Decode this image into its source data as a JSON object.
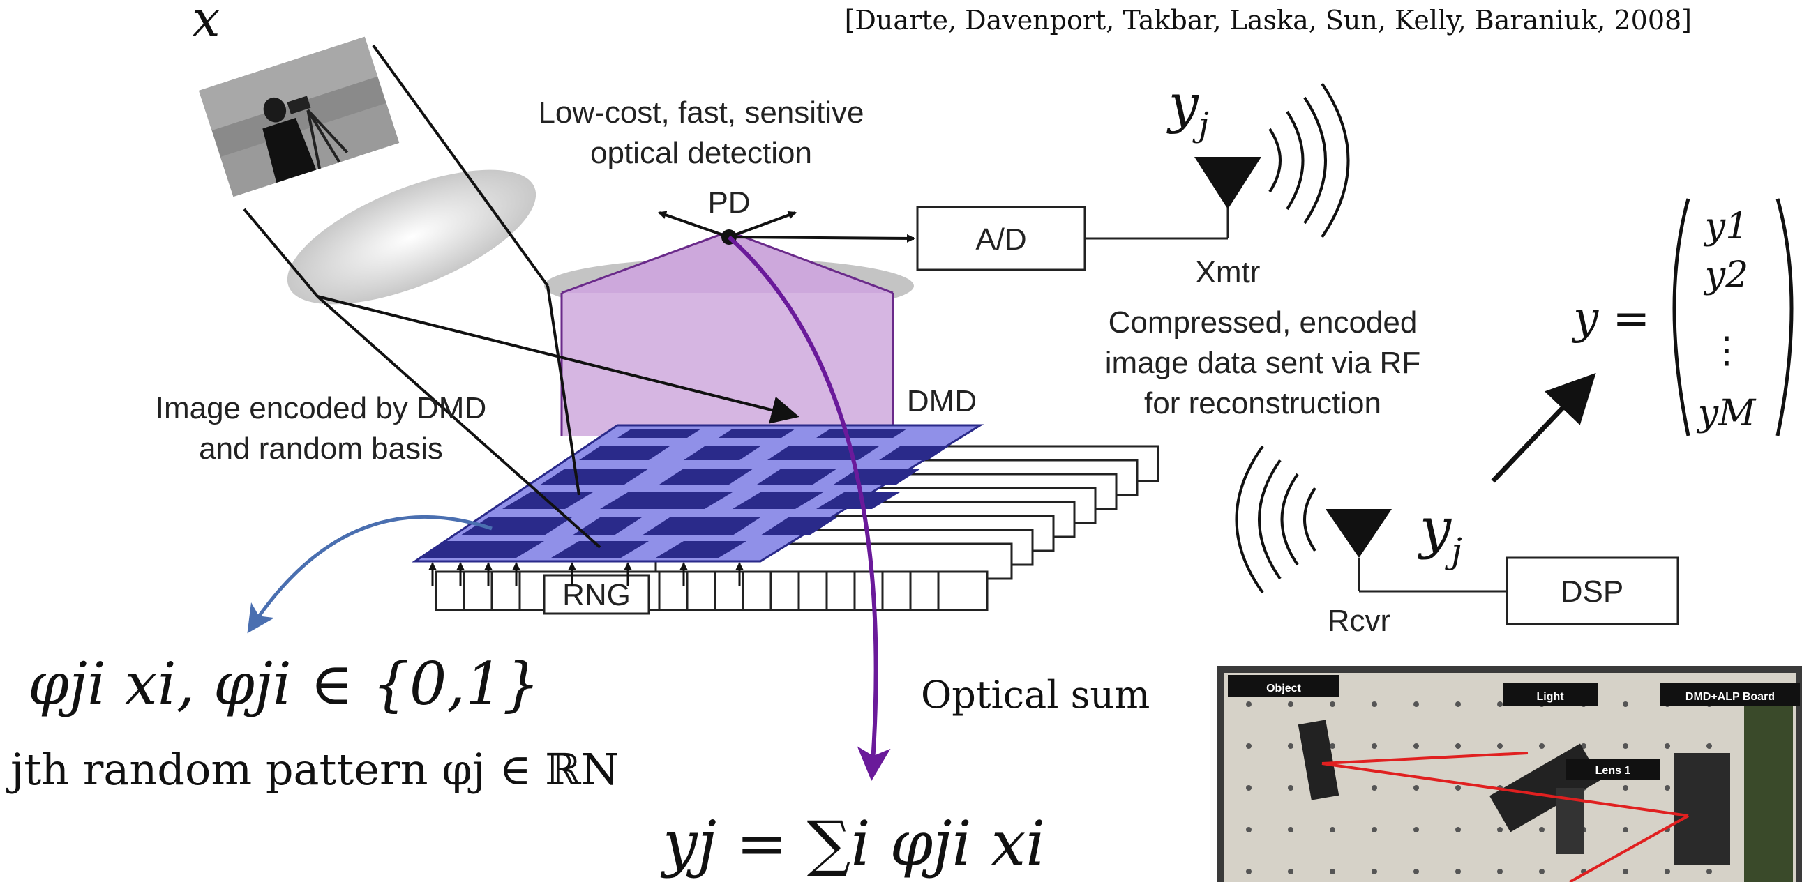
{
  "citation": "[Duarte, Davenport, Takbar, Laska, Sun, Kelly, Baraniuk, 2008]",
  "math": {
    "x": "x",
    "yj_top": "y",
    "yj_top_sub": "j",
    "yj_right": "y",
    "yj_right_sub": "j",
    "y_vector_lhs": "y =",
    "y_vector_entries": [
      "y1",
      "y2",
      "⋮",
      "yM"
    ],
    "phi_expr": "φji xi,   φji ∈ {0,1}",
    "pattern_text": "jth random pattern φj ∈ ℝN",
    "optical_sum": "Optical sum",
    "sum_expr": "yj = ∑i φji xi"
  },
  "labels": {
    "detection_line1": "Low-cost, fast, sensitive",
    "detection_line2": "optical detection",
    "pd": "PD",
    "ad": "A/D",
    "xmtr": "Xmtr",
    "compressed_line1": "Compressed, encoded",
    "compressed_line2": "image data sent via RF",
    "compressed_line3": "for reconstruction",
    "dmd": "DMD",
    "encoded_line1": "Image encoded by DMD",
    "encoded_line2": "and random basis",
    "rng": "RNG",
    "rcvr": "Rcvr",
    "dsp": "DSP"
  },
  "photo_labels": {
    "object": "Object",
    "light": "Light",
    "lens": "Lens 1",
    "board": "DMD+ALP Board"
  },
  "colors": {
    "dmd_fill": "#9090e8",
    "dmd_dark": "#2a2a8a",
    "cylinder": "#d6b6e2",
    "cylinder_edge": "#6a2a8a",
    "blue_arrow": "#4a6fb0",
    "purple_arrow": "#6a1a9a",
    "laser": "#e02020"
  }
}
